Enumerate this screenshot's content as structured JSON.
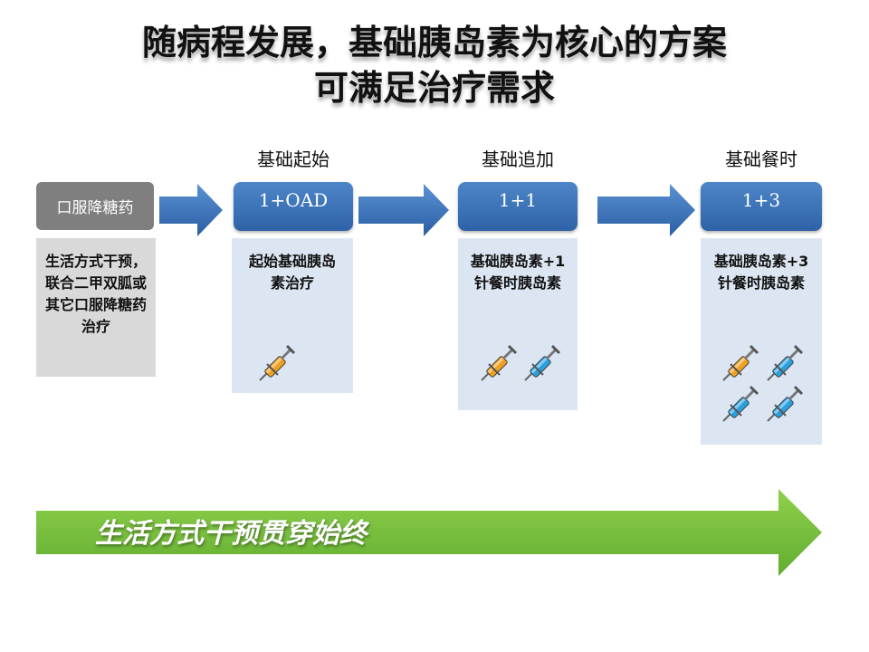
{
  "title": {
    "line1": "随病程发展，基础胰岛素为核心的方案",
    "line2": "可满足治疗需求"
  },
  "stages": [
    {
      "label": "",
      "box": "口服降糖药",
      "description": "生活方式干预，联合二甲双胍或其它口服降糖药治疗",
      "syringes": []
    },
    {
      "label": "基础起始",
      "box": "1+OAD",
      "description": "起始基础胰岛素治疗",
      "syringes": [
        "orange"
      ]
    },
    {
      "label": "基础追加",
      "box": "1+1",
      "description": "基础胰岛素+1针餐时胰岛素",
      "syringes": [
        "orange",
        "blue"
      ]
    },
    {
      "label": "基础餐时",
      "box": "1+3",
      "description": "基础胰岛素+3针餐时胰岛素",
      "syringes": [
        "orange",
        "blue",
        "blue",
        "blue"
      ]
    }
  ],
  "bottom_banner": "生活方式干预贯穿始终",
  "colors": {
    "step_box": "#2e62a8",
    "panel": "#dce6f2",
    "grey_box": "#7f7f7f",
    "banner": "#7ac142",
    "syringe_orange": "#f0a020",
    "syringe_blue": "#2aa0e0"
  },
  "icons": [
    "right-arrow-icon",
    "syringe-icon"
  ]
}
